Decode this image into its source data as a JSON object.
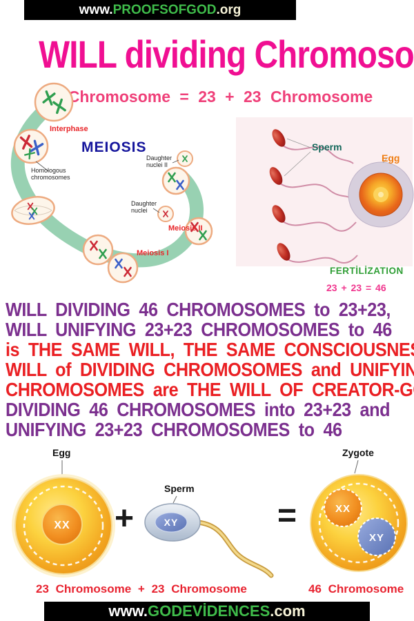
{
  "top_banner": {
    "www": "www.",
    "name": "PROOFSOFGOD",
    "tld": ".org"
  },
  "header": {
    "title": "WILL dividing Chromosomes",
    "subtitle": "46 Chromosome = 23 + 23 Chromosome"
  },
  "meiosis": {
    "interphase": "Interphase",
    "title": "MEIOSIS",
    "homologous_1": "Homologous",
    "homologous_2": "chromosomes",
    "daughter_ii_1": "Daughter",
    "daughter_ii_2": "nuclei II",
    "daughter_1": "Daughter",
    "daughter_2": "nuclei",
    "meiosis_ii": "Meiosis II",
    "meiosis_i": "Meiosis I"
  },
  "fertilization": {
    "sperm": "Sperm",
    "egg": "Egg",
    "caption": "FERTİLİZATION",
    "equation": "23 + 23 = 46"
  },
  "message": {
    "lines": [
      "WILL DIVIDING 46 CHROMOSOMES to 23+23,",
      "WILL UNIFYING 23+23 CHROMOSOMES to 46",
      "is THE SAME WILL, THE SAME CONSCIOUSNESS.",
      "WILL of DIVIDING CHROMOSOMES and UNIFYING",
      "CHROMOSOMES are THE WILL OF CREATOR-GOD.",
      "DIVIDING 46 CHROMOSOMES into 23+23 and",
      "UNIFYING 23+23 CHROMOSOMES to 46"
    ]
  },
  "bottom": {
    "egg_label": "Egg",
    "sperm_label": "Sperm",
    "zygote_label": "Zygote",
    "plus": "+",
    "equals": "=",
    "egg_xx": "XX",
    "sperm_xy": "XY",
    "zygote_xx": "XX",
    "zygote_xy": "XY",
    "caption_left": "23 Chromosome + 23 Chromosome",
    "caption_right": "46 Chromosome"
  },
  "footer": {
    "www": "www.",
    "name": "GODEVİDENCES",
    "tld": ".com"
  },
  "colors": {
    "title_pink": "#f00f92",
    "subtitle_pink": "#ef4079",
    "message_purple": "#7b2f8e",
    "message_red": "#ea1f23",
    "url_green": "#3fbb4a",
    "banner_bg": "#000000",
    "meiosis_navy": "#15159c",
    "diagram_label_red": "#e8262a",
    "fertilization_green": "#2f9e35",
    "equation_pink": "#f0368e",
    "sperm_label_teal": "#14675a",
    "egg_label_orange": "#ef7d12",
    "swoosh_green": "#8fcdab",
    "caption_red": "#e82330"
  }
}
